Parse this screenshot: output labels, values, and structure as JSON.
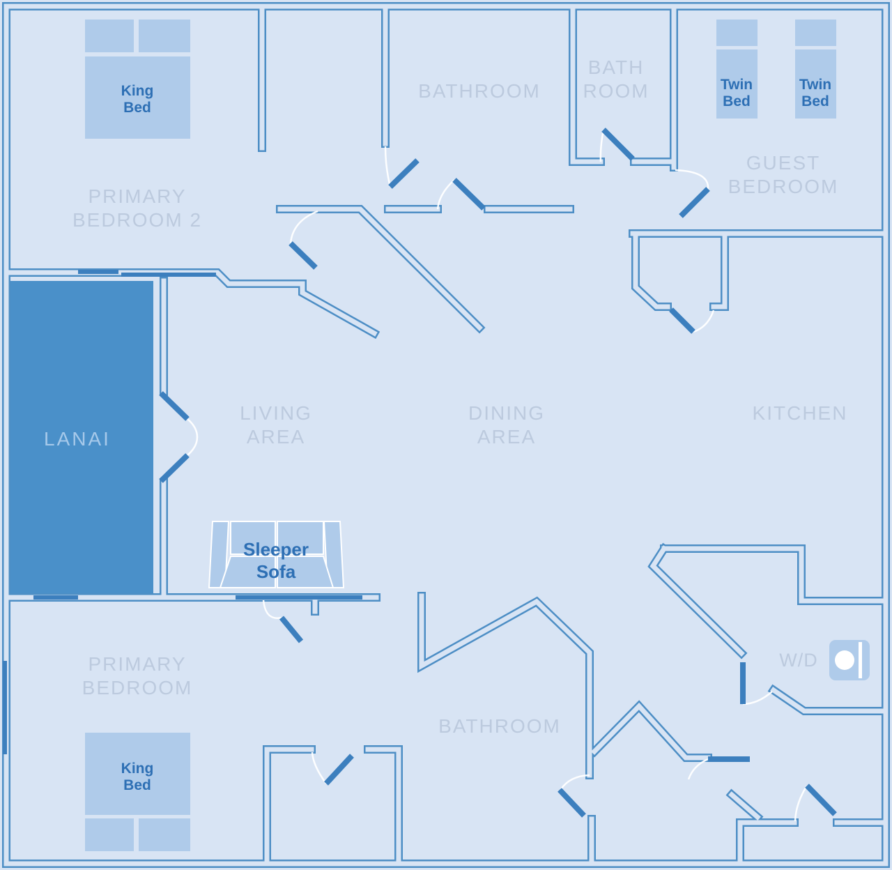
{
  "diagram_type": "floor-plan",
  "rooms": {
    "primary_bedroom_2": {
      "line1": "PRIMARY",
      "line2": "BEDROOM 2"
    },
    "bathroom_top": {
      "line1": "BATHROOM"
    },
    "bath_room": {
      "line1": "BATH",
      "line2": "ROOM"
    },
    "guest_bedroom": {
      "line1": "GUEST",
      "line2": "BEDROOM"
    },
    "lanai": {
      "line1": "LANAI"
    },
    "living_area": {
      "line1": "LIVING",
      "line2": "AREA"
    },
    "dining_area": {
      "line1": "DINING",
      "line2": "AREA"
    },
    "kitchen": {
      "line1": "KITCHEN"
    },
    "primary_bedroom": {
      "line1": "PRIMARY",
      "line2": "BEDROOM"
    },
    "bathroom_bottom": {
      "line1": "BATHROOM"
    },
    "laundry": {
      "line1": "W/D"
    }
  },
  "furniture": {
    "king_bed_top": {
      "line1": "King",
      "line2": "Bed"
    },
    "king_bed_bottom": {
      "line1": "King",
      "line2": "Bed"
    },
    "twin_bed_left": {
      "line1": "Twin",
      "line2": "Bed"
    },
    "twin_bed_right": {
      "line1": "Twin",
      "line2": "Bed"
    },
    "sleeper_sofa": {
      "line1": "Sleeper",
      "line2": "Sofa"
    },
    "washer_dryer_icon": "washer-dryer-icon"
  },
  "colors": {
    "bg": "#d8e4f4",
    "wall": "#4d8ec5",
    "door": "#3c7fbe",
    "lanai_fill": "#4a90c9",
    "lanai_label": "#a6c9ea",
    "room_label": "#bccade",
    "furniture": "#afcbea",
    "furniture_label": "#2d6fb4"
  }
}
